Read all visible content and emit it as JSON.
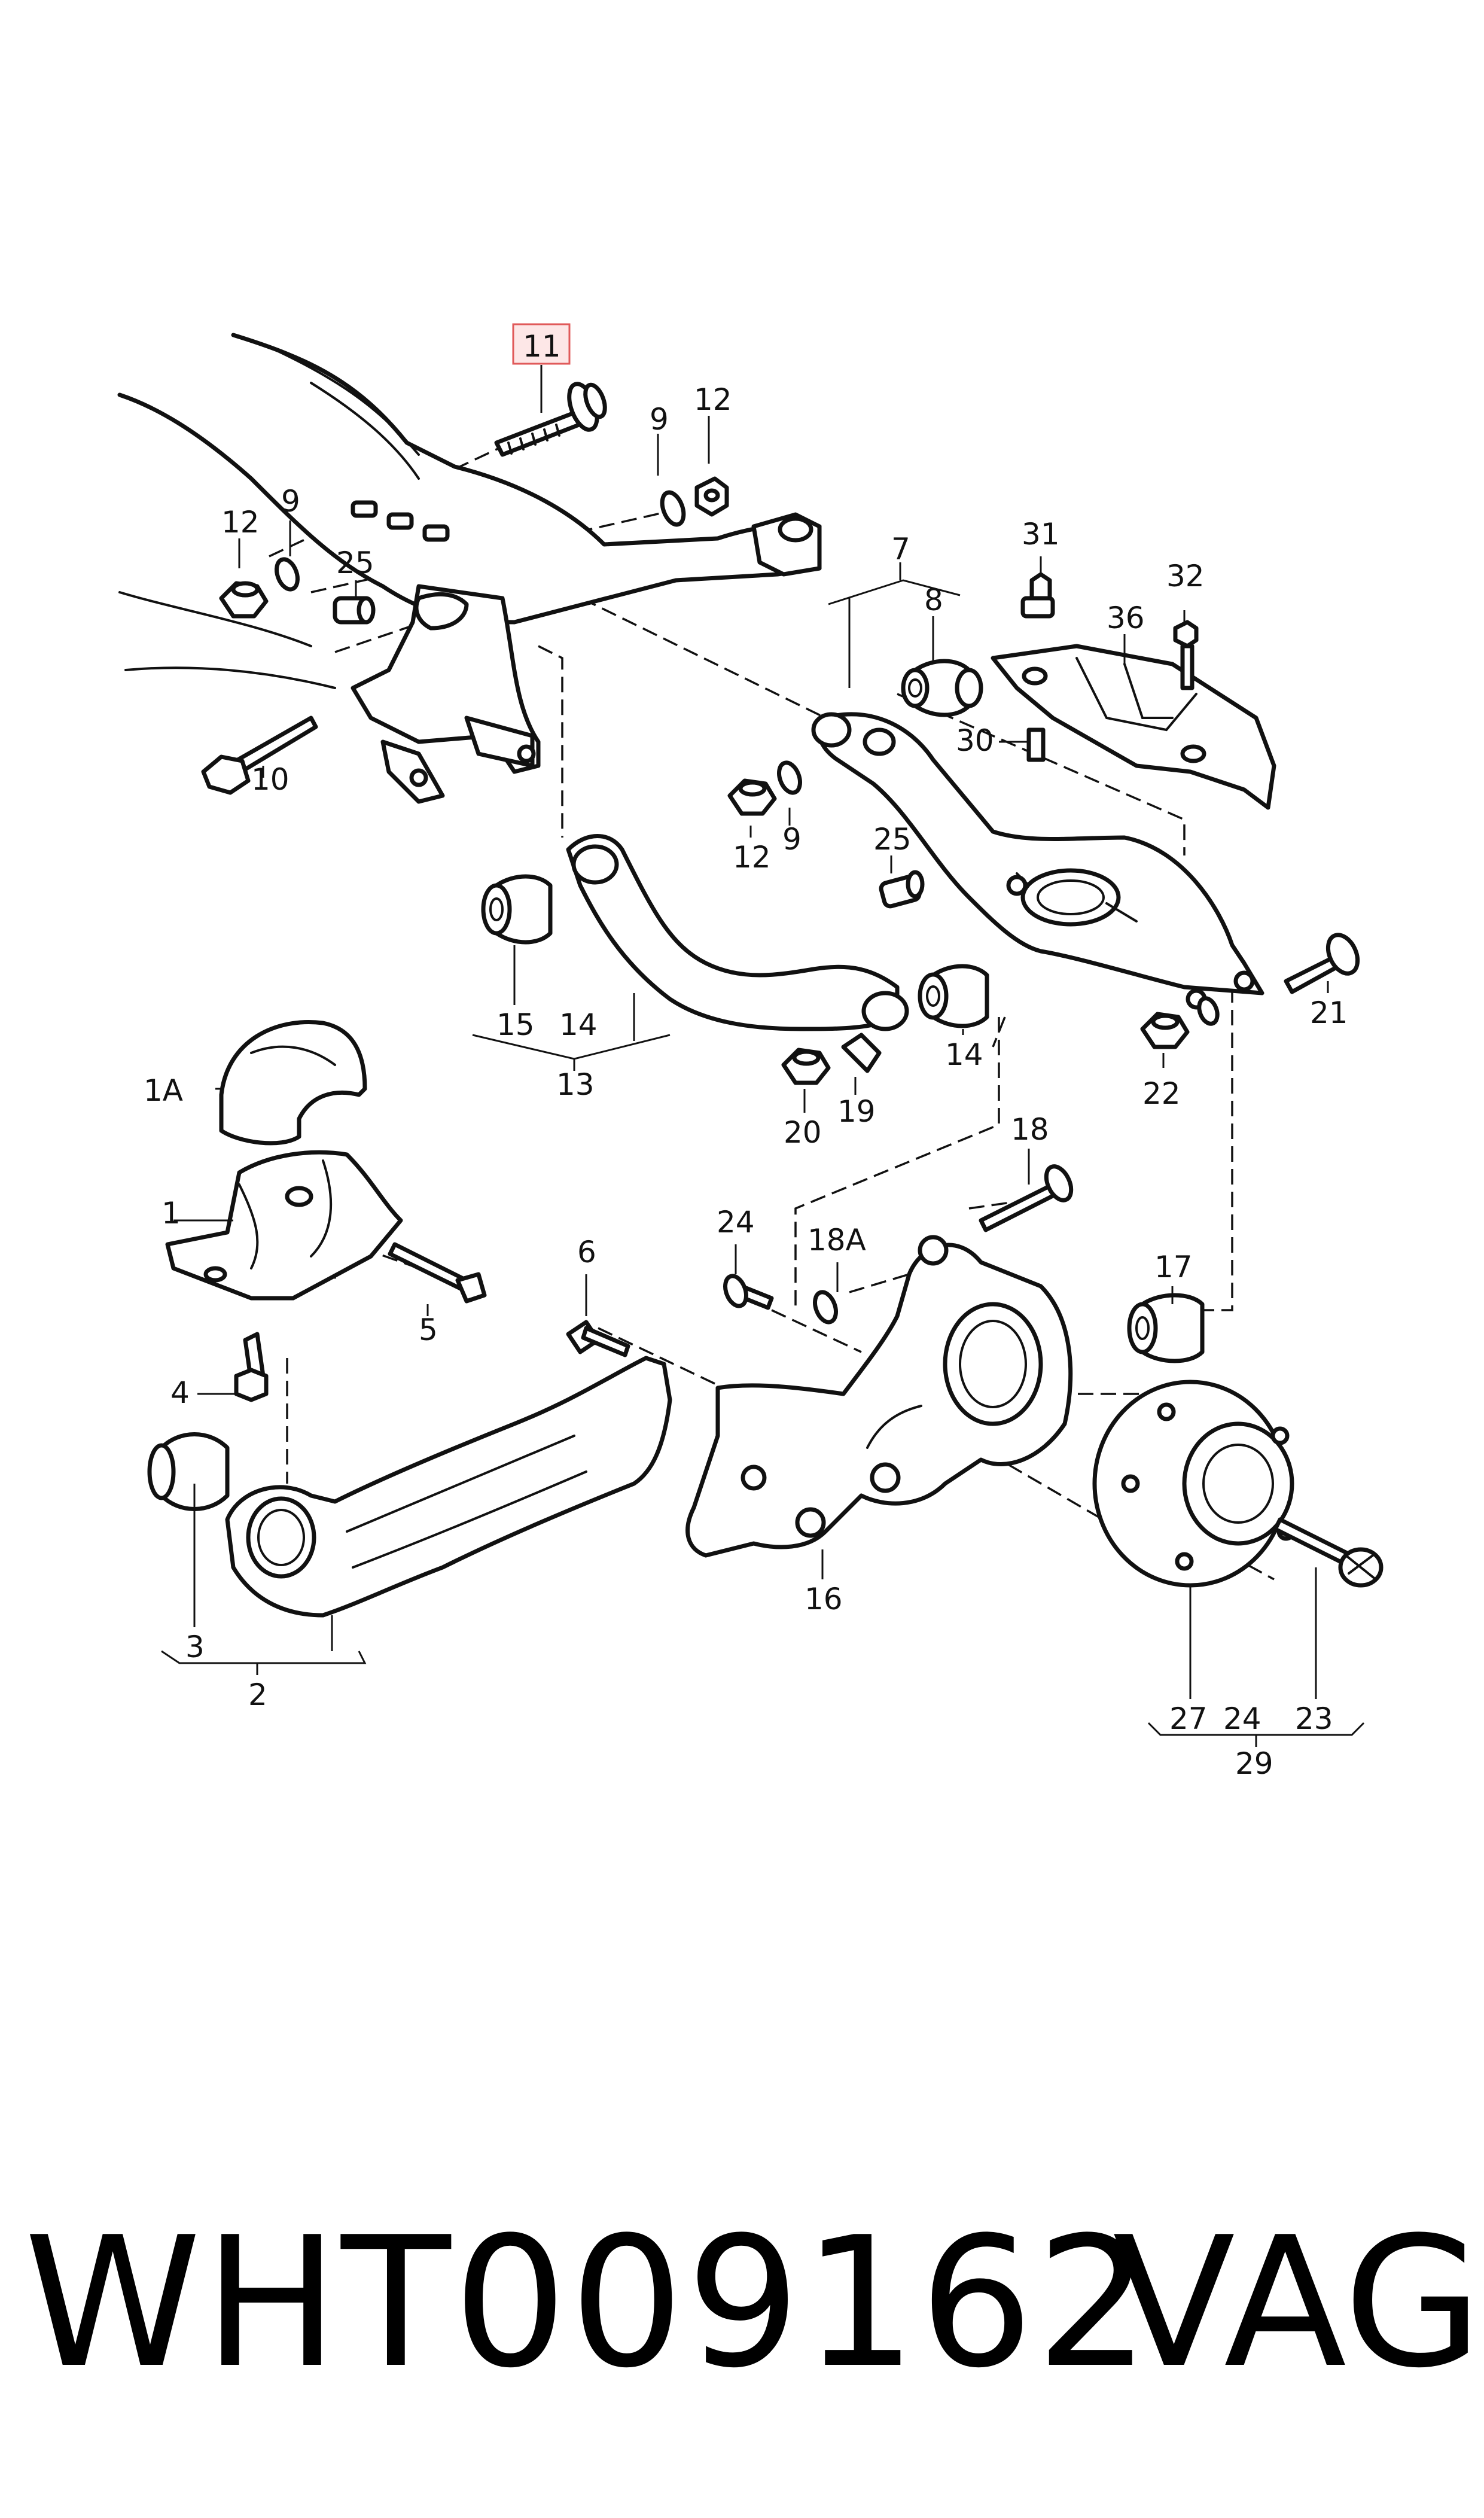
{
  "highlight": {
    "number": "11",
    "color": "#e05a5a",
    "fill": "#fde7e7"
  },
  "callouts": [
    {
      "id": "c11",
      "text": "11"
    },
    {
      "id": "c12a",
      "text": "12"
    },
    {
      "id": "c9a",
      "text": "9"
    },
    {
      "id": "c12b",
      "text": "12"
    },
    {
      "id": "c9b",
      "text": "9"
    },
    {
      "id": "c25a",
      "text": "25"
    },
    {
      "id": "c10",
      "text": "10"
    },
    {
      "id": "c7",
      "text": "7"
    },
    {
      "id": "c8",
      "text": "8"
    },
    {
      "id": "c31",
      "text": "31"
    },
    {
      "id": "c32",
      "text": "32"
    },
    {
      "id": "c36",
      "text": "36"
    },
    {
      "id": "c30",
      "text": "30"
    },
    {
      "id": "c12c",
      "text": "12"
    },
    {
      "id": "c9c",
      "text": "9"
    },
    {
      "id": "c25b",
      "text": "25"
    },
    {
      "id": "c21",
      "text": "21"
    },
    {
      "id": "c15",
      "text": "15"
    },
    {
      "id": "c14a",
      "text": "14"
    },
    {
      "id": "c13",
      "text": "13"
    },
    {
      "id": "c14b",
      "text": "14"
    },
    {
      "id": "c22",
      "text": "22"
    },
    {
      "id": "c20",
      "text": "20"
    },
    {
      "id": "c19",
      "text": "19"
    },
    {
      "id": "c1A",
      "text": "1A"
    },
    {
      "id": "c1",
      "text": "1"
    },
    {
      "id": "c5",
      "text": "5"
    },
    {
      "id": "c4",
      "text": "4"
    },
    {
      "id": "c6",
      "text": "6"
    },
    {
      "id": "c24a",
      "text": "24"
    },
    {
      "id": "c18A",
      "text": "18A"
    },
    {
      "id": "c18",
      "text": "18"
    },
    {
      "id": "c17",
      "text": "17"
    },
    {
      "id": "c16",
      "text": "16"
    },
    {
      "id": "c3",
      "text": "3"
    },
    {
      "id": "c2",
      "text": "2"
    },
    {
      "id": "c27",
      "text": "27"
    },
    {
      "id": "c24b",
      "text": "24"
    },
    {
      "id": "c23",
      "text": "23"
    },
    {
      "id": "c29",
      "text": "29"
    }
  ],
  "footer": {
    "part_number": "WHT009162",
    "brand": "VAG"
  }
}
